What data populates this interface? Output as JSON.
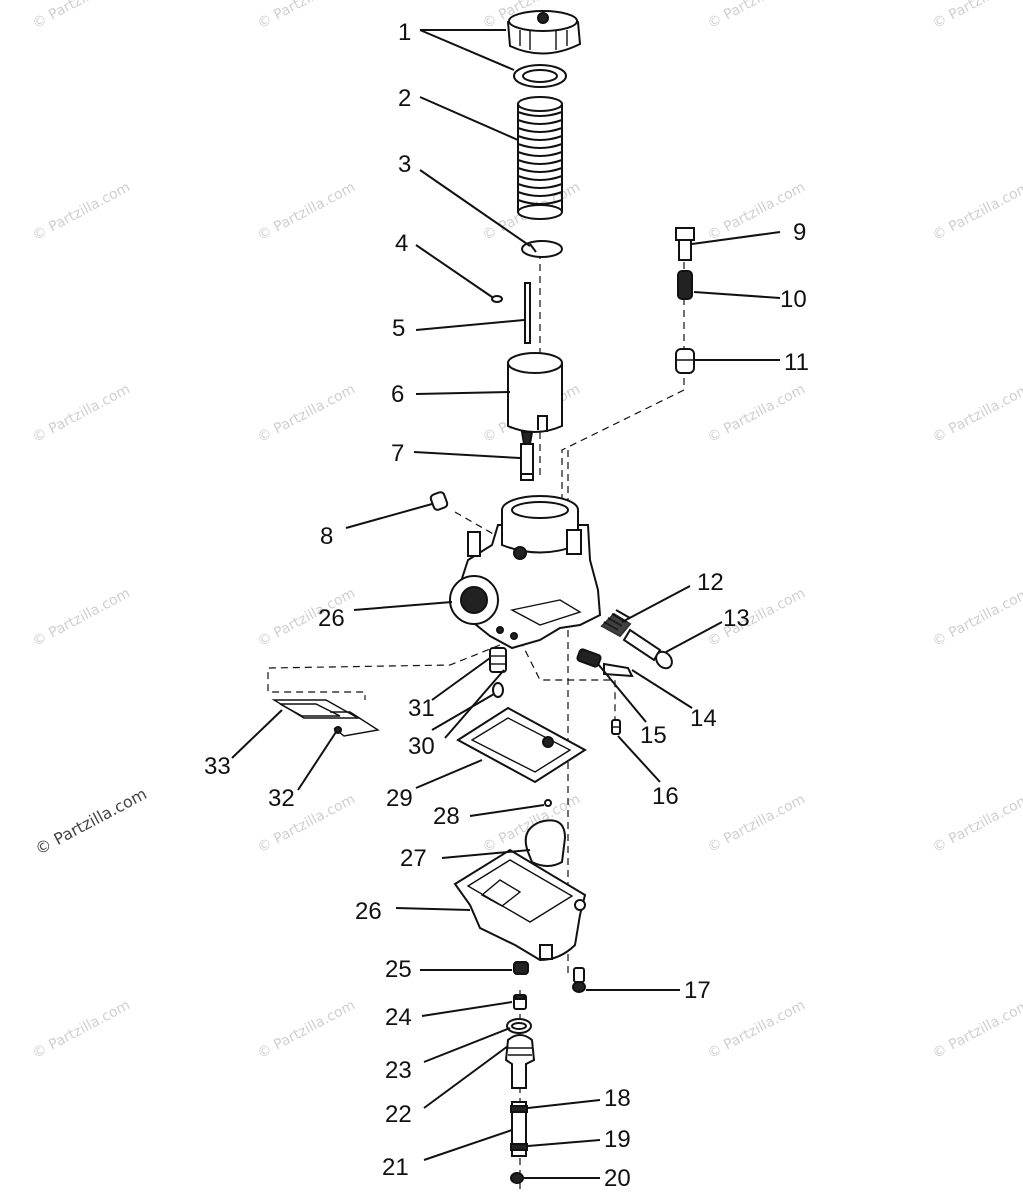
{
  "watermark": "© Partzilla.com",
  "labels": {
    "l1": "1",
    "l2": "2",
    "l3": "3",
    "l4": "4",
    "l5": "5",
    "l6": "6",
    "l7": "7",
    "l8": "8",
    "l9": "9",
    "l10": "10",
    "l11": "11",
    "l12": "12",
    "l13": "13",
    "l14": "14",
    "l15": "15",
    "l16": "16",
    "l17": "17",
    "l18": "18",
    "l19": "19",
    "l20": "20",
    "l21": "21",
    "l22": "22",
    "l23": "23",
    "l24": "24",
    "l25": "25",
    "l26a": "26",
    "l26b": "26",
    "l27": "27",
    "l28": "28",
    "l29": "29",
    "l30": "30",
    "l31": "31",
    "l32": "32",
    "l33": "33"
  }
}
